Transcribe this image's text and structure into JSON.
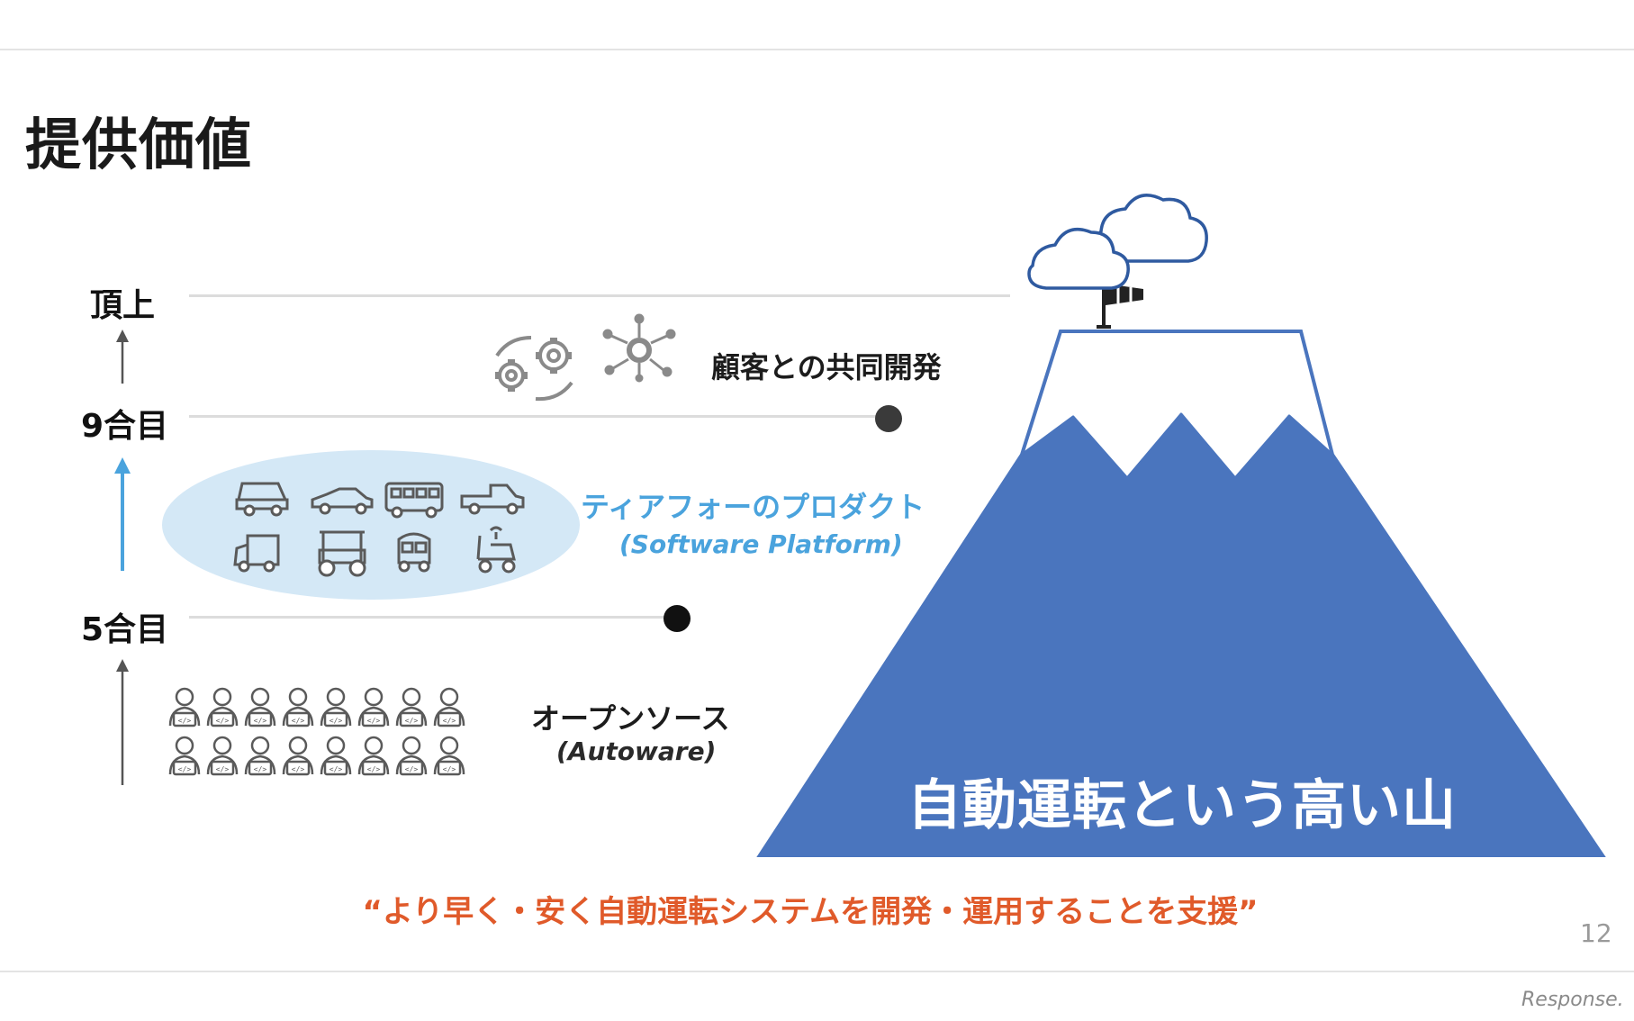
{
  "slide": {
    "title": "提供価値",
    "page_number": "12",
    "watermark": "Response."
  },
  "levels": {
    "summit": "頂上",
    "ninth": "9合目",
    "fifth": "5合目"
  },
  "descriptions": {
    "customer": "顧客との共同開発",
    "product": "ティアフォーのプロダクト",
    "product_sub": "(Software Platform)",
    "opensource": "オープンソース",
    "opensource_sub": "(Autoware)"
  },
  "mountain": {
    "label": "自動運転という高い山"
  },
  "tagline": "“より早く・安く自動運転システムを開発・運用することを支援”",
  "colors": {
    "mountain_blue": "#4a75be",
    "accent_blue": "#4aa3dd",
    "ellipse_fill": "#d4e8f6",
    "tagline_orange": "#e05a2a",
    "dot_dark": "#3a3a3a",
    "line_gray": "#dcdcdc"
  },
  "icons": {
    "vehicles": [
      "van-icon",
      "sports-car-icon",
      "bus-icon",
      "pickup-truck-icon",
      "delivery-truck-icon",
      "golf-cart-icon",
      "tuk-tuk-icon",
      "robot-cart-icon"
    ],
    "gears": [
      "gears-cycle-icon",
      "gear-network-icon"
    ],
    "developers": "developer-person-icon",
    "summit_flag": "windsock-flag-icon",
    "clouds": "cloud-icon"
  }
}
